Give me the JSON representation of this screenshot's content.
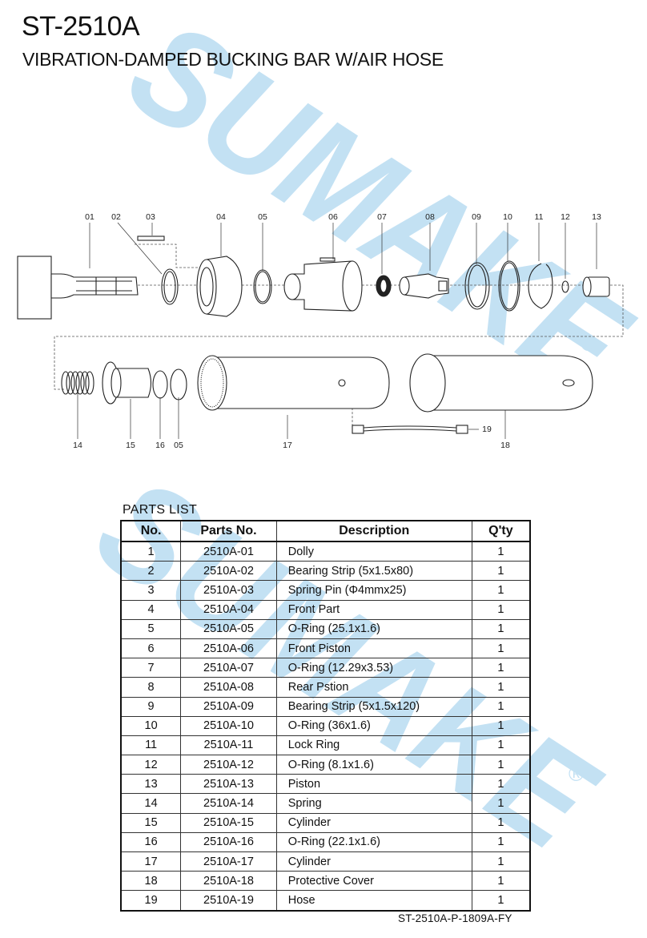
{
  "header": {
    "model": "ST-2510A",
    "product_title": "VIBRATION-DAMPED BUCKING BAR W/AIR HOSE"
  },
  "watermark": {
    "text": "SUMAKE",
    "registered_mark": "®",
    "color": "#b9dcf2"
  },
  "diagram": {
    "callouts": [
      "01",
      "02",
      "03",
      "04",
      "05",
      "06",
      "07",
      "08",
      "09",
      "10",
      "11",
      "12",
      "13",
      "14",
      "15",
      "16",
      "05",
      "17",
      "19",
      "18"
    ]
  },
  "parts_list": {
    "caption": "PARTS LIST",
    "columns": [
      "No.",
      "Parts No.",
      "Description",
      "Q'ty"
    ],
    "rows": [
      {
        "no": "1",
        "part": "2510A-01",
        "desc": "Dolly",
        "qty": "1"
      },
      {
        "no": "2",
        "part": "2510A-02",
        "desc": "Bearing Strip (5x1.5x80)",
        "qty": "1"
      },
      {
        "no": "3",
        "part": "2510A-03",
        "desc": "Spring Pin (Φ4mmx25)",
        "qty": "1"
      },
      {
        "no": "4",
        "part": "2510A-04",
        "desc": "Front Part",
        "qty": "1"
      },
      {
        "no": "5",
        "part": "2510A-05",
        "desc": "O-Ring (25.1x1.6)",
        "qty": "1"
      },
      {
        "no": "6",
        "part": "2510A-06",
        "desc": "Front Piston",
        "qty": "1"
      },
      {
        "no": "7",
        "part": "2510A-07",
        "desc": "O-Ring (12.29x3.53)",
        "qty": "1"
      },
      {
        "no": "8",
        "part": "2510A-08",
        "desc": "Rear Pstion",
        "qty": "1"
      },
      {
        "no": "9",
        "part": "2510A-09",
        "desc": "Bearing Strip (5x1.5x120)",
        "qty": "1"
      },
      {
        "no": "10",
        "part": "2510A-10",
        "desc": "O-Ring (36x1.6)",
        "qty": "1"
      },
      {
        "no": "11",
        "part": "2510A-11",
        "desc": "Lock Ring",
        "qty": "1"
      },
      {
        "no": "12",
        "part": "2510A-12",
        "desc": "O-Ring (8.1x1.6)",
        "qty": "1"
      },
      {
        "no": "13",
        "part": "2510A-13",
        "desc": "Piston",
        "qty": "1"
      },
      {
        "no": "14",
        "part": "2510A-14",
        "desc": "Spring",
        "qty": "1"
      },
      {
        "no": "15",
        "part": "2510A-15",
        "desc": "Cylinder",
        "qty": "1"
      },
      {
        "no": "16",
        "part": "2510A-16",
        "desc": "O-Ring (22.1x1.6)",
        "qty": "1"
      },
      {
        "no": "17",
        "part": "2510A-17",
        "desc": "Cylinder",
        "qty": "1"
      },
      {
        "no": "18",
        "part": "2510A-18",
        "desc": "Protective Cover",
        "qty": "1"
      },
      {
        "no": "19",
        "part": "2510A-19",
        "desc": "Hose",
        "qty": "1"
      }
    ]
  },
  "footer": {
    "doc_code": "ST-2510A-P-1809A-FY"
  }
}
